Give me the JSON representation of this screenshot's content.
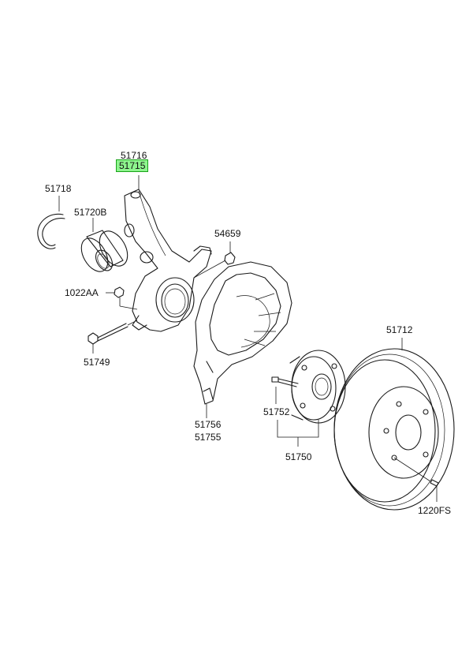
{
  "labels": {
    "p51716": "51716",
    "p51715": "51715",
    "p51718": "51718",
    "p51720B": "51720B",
    "p54659": "54659",
    "p1022AA": "1022AA",
    "p51749": "51749",
    "p51712": "51712",
    "p51756": "51756",
    "p51755": "51755",
    "p51752": "51752",
    "p51750": "51750",
    "p1220FS": "1220FS"
  },
  "highlight_color": "#8ef58e"
}
